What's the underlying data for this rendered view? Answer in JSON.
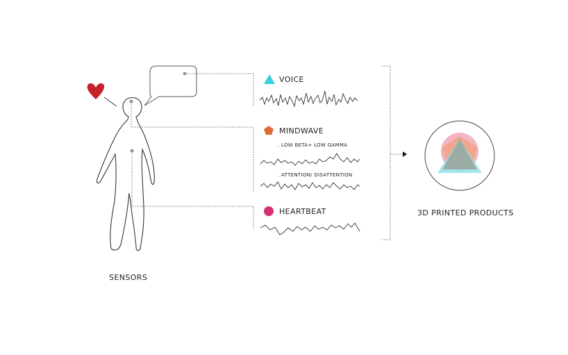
{
  "labels": {
    "sensors": "SENSORS",
    "output": "3D PRINTED PRODUCTS"
  },
  "sensors": [
    {
      "name": "VOICE",
      "icon": "triangle-icon",
      "color": "#3bcfd8"
    },
    {
      "name": "MINDWAVE",
      "icon": "pentagon-icon",
      "color": "#e06a35",
      "sublabels": [
        ". LOW BETA+ LOW GAMMA",
        ". ATTENTION/ DISATTENTION"
      ]
    },
    {
      "name": "HEARTBEAT",
      "icon": "circle-icon",
      "color": "#d4306e"
    }
  ],
  "colors": {
    "heart": "#c4232d",
    "line": "#555555",
    "product_pink": "#f2a7b6",
    "product_orange": "#f0a07a",
    "product_cyan": "#8fe0e8",
    "product_gray": "#9aa7a0"
  }
}
